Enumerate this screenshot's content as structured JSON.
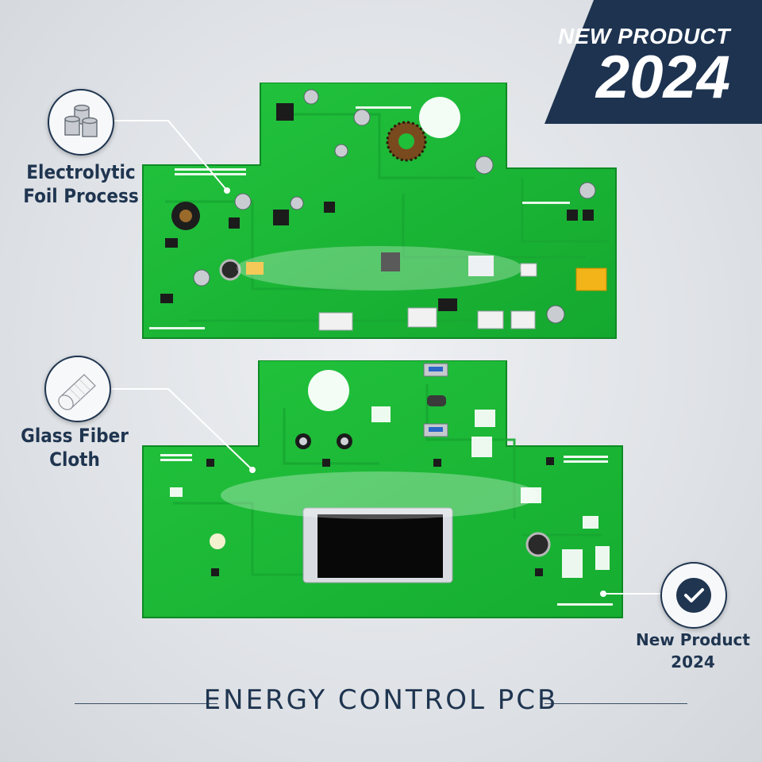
{
  "banner": {
    "line1": "NEW PRODUCT",
    "line2": "2024",
    "color": "#1d3350"
  },
  "callouts": {
    "top": {
      "line1": "Electrolytic",
      "line2": "Foil Process",
      "icon": "metal-cylinders-icon"
    },
    "middle": {
      "line1": "Glass Fiber",
      "line2": "Cloth",
      "icon": "fabric-roll-icon"
    },
    "bottom": {
      "line1": "New Product",
      "line2": "2024",
      "icon": "check-circle-icon"
    }
  },
  "footer": {
    "title": "ENERGY CONTROL PCB"
  },
  "colors": {
    "pcb": "#1fbf3a",
    "navy": "#1f3550"
  }
}
